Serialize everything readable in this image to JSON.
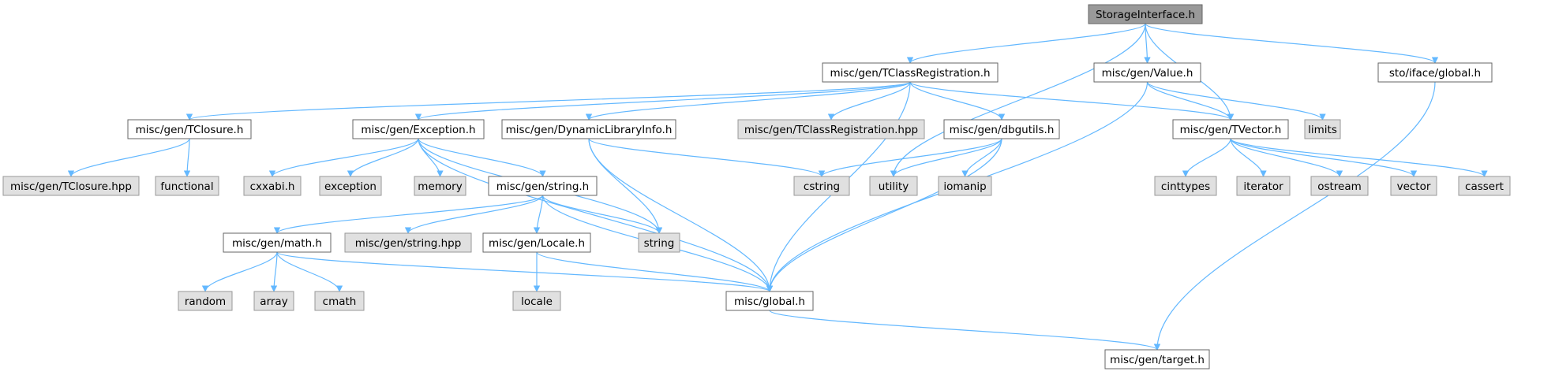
{
  "diagram": {
    "root": "storageinterface",
    "colors": {
      "edge": "#63b8ff",
      "node_stroke": "#666666",
      "root_fill": "#999999",
      "root_stroke": "#666666",
      "file_fill": "#ffffff",
      "system_fill": "#e0e0e0",
      "system_stroke": "#999999",
      "text": "#000000"
    },
    "nodes": [
      {
        "id": "storageinterface",
        "label": "StorageInterface.h",
        "kind": "root"
      },
      {
        "id": "tclassreg_h",
        "label": "misc/gen/TClassRegistration.h",
        "kind": "file"
      },
      {
        "id": "value_h",
        "label": "misc/gen/Value.h",
        "kind": "file"
      },
      {
        "id": "sto_global_h",
        "label": "sto/iface/global.h",
        "kind": "file"
      },
      {
        "id": "tclosure_h",
        "label": "misc/gen/TClosure.h",
        "kind": "file"
      },
      {
        "id": "exception_h",
        "label": "misc/gen/Exception.h",
        "kind": "file"
      },
      {
        "id": "dynlib_h",
        "label": "misc/gen/DynamicLibraryInfo.h",
        "kind": "file"
      },
      {
        "id": "tclassreg_hpp",
        "label": "misc/gen/TClassRegistration.hpp",
        "kind": "system"
      },
      {
        "id": "dbgutils_h",
        "label": "misc/gen/dbgutils.h",
        "kind": "file"
      },
      {
        "id": "tvector_h",
        "label": "misc/gen/TVector.h",
        "kind": "file"
      },
      {
        "id": "limits",
        "label": "limits",
        "kind": "system"
      },
      {
        "id": "tclosure_hpp",
        "label": "misc/gen/TClosure.hpp",
        "kind": "system"
      },
      {
        "id": "functional",
        "label": "functional",
        "kind": "system"
      },
      {
        "id": "cxxabi",
        "label": "cxxabi.h",
        "kind": "system"
      },
      {
        "id": "exception",
        "label": "exception",
        "kind": "system"
      },
      {
        "id": "memory",
        "label": "memory",
        "kind": "system"
      },
      {
        "id": "string_h",
        "label": "misc/gen/string.h",
        "kind": "file"
      },
      {
        "id": "cstring",
        "label": "cstring",
        "kind": "system"
      },
      {
        "id": "utility",
        "label": "utility",
        "kind": "system"
      },
      {
        "id": "iomanip",
        "label": "iomanip",
        "kind": "system"
      },
      {
        "id": "cinttypes",
        "label": "cinttypes",
        "kind": "system"
      },
      {
        "id": "iterator",
        "label": "iterator",
        "kind": "system"
      },
      {
        "id": "ostream",
        "label": "ostream",
        "kind": "system"
      },
      {
        "id": "vector",
        "label": "vector",
        "kind": "system"
      },
      {
        "id": "cassert",
        "label": "cassert",
        "kind": "system"
      },
      {
        "id": "math_h",
        "label": "misc/gen/math.h",
        "kind": "file"
      },
      {
        "id": "string_hpp",
        "label": "misc/gen/string.hpp",
        "kind": "system"
      },
      {
        "id": "locale_h",
        "label": "misc/gen/Locale.h",
        "kind": "file"
      },
      {
        "id": "string",
        "label": "string",
        "kind": "system"
      },
      {
        "id": "random",
        "label": "random",
        "kind": "system"
      },
      {
        "id": "array",
        "label": "array",
        "kind": "system"
      },
      {
        "id": "cmath",
        "label": "cmath",
        "kind": "system"
      },
      {
        "id": "locale",
        "label": "locale",
        "kind": "system"
      },
      {
        "id": "misc_global_h",
        "label": "misc/global.h",
        "kind": "file"
      },
      {
        "id": "target_h",
        "label": "misc/gen/target.h",
        "kind": "file"
      }
    ],
    "edges": [
      {
        "from": "storageinterface",
        "to": "tclassreg_h"
      },
      {
        "from": "storageinterface",
        "to": "value_h"
      },
      {
        "from": "storageinterface",
        "to": "tvector_h"
      },
      {
        "from": "storageinterface",
        "to": "utility"
      },
      {
        "from": "storageinterface",
        "to": "sto_global_h"
      },
      {
        "from": "tclassreg_h",
        "to": "tclosure_h"
      },
      {
        "from": "tclassreg_h",
        "to": "exception_h"
      },
      {
        "from": "tclassreg_h",
        "to": "dynlib_h"
      },
      {
        "from": "tclassreg_h",
        "to": "tclassreg_hpp"
      },
      {
        "from": "tclassreg_h",
        "to": "dbgutils_h"
      },
      {
        "from": "tclassreg_h",
        "to": "tvector_h"
      },
      {
        "from": "tclassreg_h",
        "to": "misc_global_h"
      },
      {
        "from": "value_h",
        "to": "tvector_h"
      },
      {
        "from": "value_h",
        "to": "limits"
      },
      {
        "from": "value_h",
        "to": "misc_global_h"
      },
      {
        "from": "sto_global_h",
        "to": "target_h"
      },
      {
        "from": "tclosure_h",
        "to": "tclosure_hpp"
      },
      {
        "from": "tclosure_h",
        "to": "functional"
      },
      {
        "from": "exception_h",
        "to": "cxxabi"
      },
      {
        "from": "exception_h",
        "to": "exception"
      },
      {
        "from": "exception_h",
        "to": "memory"
      },
      {
        "from": "exception_h",
        "to": "string_h"
      },
      {
        "from": "exception_h",
        "to": "string"
      },
      {
        "from": "exception_h",
        "to": "misc_global_h"
      },
      {
        "from": "dynlib_h",
        "to": "cstring"
      },
      {
        "from": "dynlib_h",
        "to": "string"
      },
      {
        "from": "dynlib_h",
        "to": "misc_global_h"
      },
      {
        "from": "dbgutils_h",
        "to": "cstring"
      },
      {
        "from": "dbgutils_h",
        "to": "utility"
      },
      {
        "from": "dbgutils_h",
        "to": "iomanip"
      },
      {
        "from": "dbgutils_h",
        "to": "misc_global_h"
      },
      {
        "from": "tvector_h",
        "to": "cinttypes"
      },
      {
        "from": "tvector_h",
        "to": "iterator"
      },
      {
        "from": "tvector_h",
        "to": "ostream"
      },
      {
        "from": "tvector_h",
        "to": "vector"
      },
      {
        "from": "tvector_h",
        "to": "cassert"
      },
      {
        "from": "string_h",
        "to": "math_h"
      },
      {
        "from": "string_h",
        "to": "string_hpp"
      },
      {
        "from": "string_h",
        "to": "locale_h"
      },
      {
        "from": "string_h",
        "to": "string"
      },
      {
        "from": "string_h",
        "to": "misc_global_h"
      },
      {
        "from": "math_h",
        "to": "random"
      },
      {
        "from": "math_h",
        "to": "array"
      },
      {
        "from": "math_h",
        "to": "cmath"
      },
      {
        "from": "math_h",
        "to": "misc_global_h"
      },
      {
        "from": "locale_h",
        "to": "locale"
      },
      {
        "from": "locale_h",
        "to": "misc_global_h"
      },
      {
        "from": "misc_global_h",
        "to": "target_h"
      }
    ]
  }
}
